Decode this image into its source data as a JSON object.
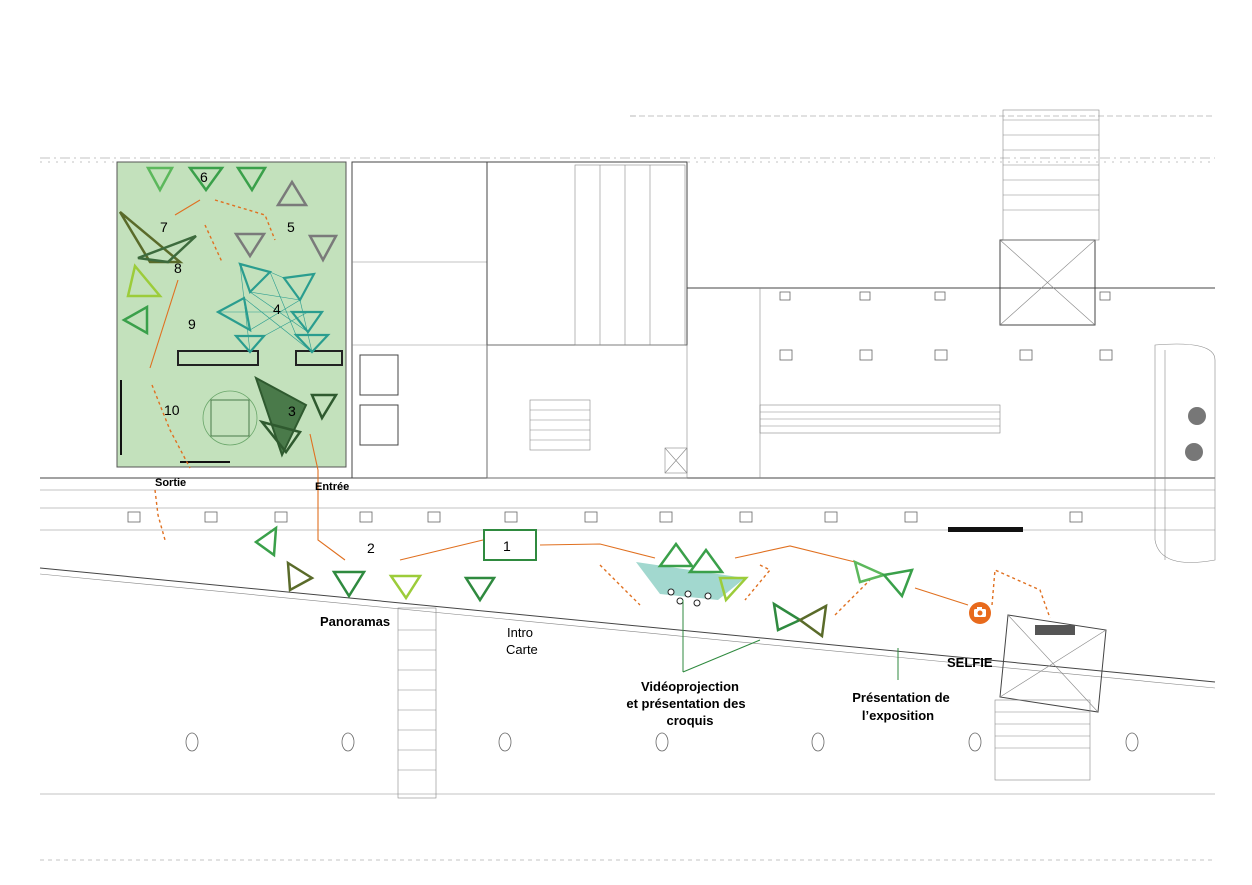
{
  "labels": {
    "stations": [
      "1",
      "2",
      "3",
      "4",
      "5",
      "6",
      "7",
      "8",
      "9",
      "10"
    ],
    "sortie": "Sortie",
    "entree": "Entrée",
    "panoramas": "Panoramas",
    "intro_line1": "Intro",
    "intro_line2": "Carte",
    "video_line1": "Vidéoprojection",
    "video_line2": "et présentation des",
    "video_line3": "croquis",
    "pres_line1": "Présentation de",
    "pres_line2": "l’exposition",
    "selfie": "SELFIE"
  },
  "colors": {
    "exhibition_zone": "#b9dcb0",
    "path_orange": "#e07020",
    "triangle_dark": "#3d6b3d",
    "triangle_green": "#3aa04a",
    "triangle_teal": "#2a9d8f",
    "triangle_lime": "#9ccc3a",
    "triangle_grey": "#7a7a7a",
    "selfie_icon": "#e86a1c"
  },
  "icons": {
    "selfie": "camera-icon"
  }
}
